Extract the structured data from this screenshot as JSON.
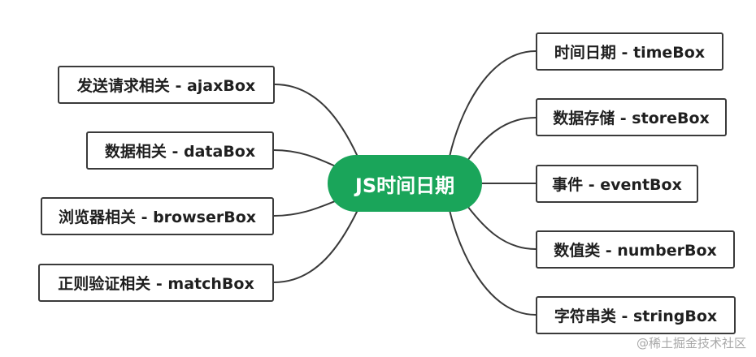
{
  "center": {
    "label": "JS时间日期",
    "color": "#1aa55a"
  },
  "left_nodes": [
    {
      "id": "ajax",
      "label": "发送请求相关 - ajaxBox"
    },
    {
      "id": "data",
      "label": "数据相关 - dataBox"
    },
    {
      "id": "browser",
      "label": "浏览器相关 - browserBox"
    },
    {
      "id": "match",
      "label": "正则验证相关 - matchBox"
    }
  ],
  "right_nodes": [
    {
      "id": "time",
      "label": "时间日期 - timeBox"
    },
    {
      "id": "store",
      "label": "数据存储 - storeBox"
    },
    {
      "id": "event",
      "label": "事件 - eventBox"
    },
    {
      "id": "number",
      "label": "数值类 - numberBox"
    },
    {
      "id": "string",
      "label": "字符串类 - stringBox"
    }
  ],
  "watermark": "@稀土掘金技术社区"
}
